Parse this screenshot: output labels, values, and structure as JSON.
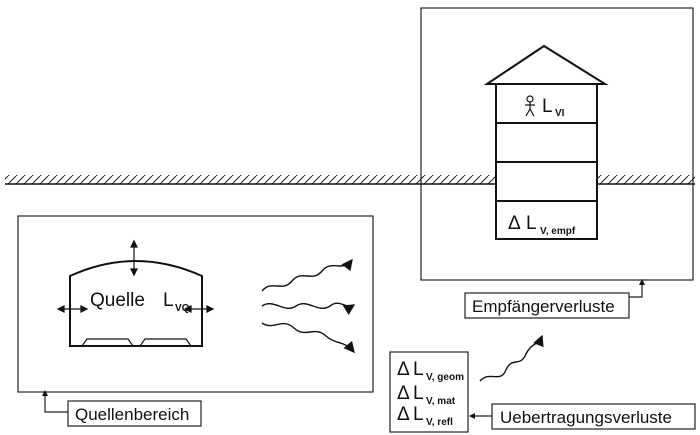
{
  "source": {
    "label": "Quelle",
    "symbol": "L",
    "subscript": "VQ",
    "area_label": "Quellenbereich"
  },
  "receiver": {
    "person_level_symbol": "L",
    "person_level_subscript": "VI",
    "loss_delta": "Δ",
    "loss_symbol": "L",
    "loss_subscript": "V, empf",
    "area_label": "Empfängerverluste"
  },
  "transmission": {
    "label": "Uebertragungsverluste",
    "items": [
      {
        "delta": "Δ",
        "symbol": "L",
        "subscript": "V, geom"
      },
      {
        "delta": "Δ",
        "symbol": "L",
        "subscript": "V, mat"
      },
      {
        "delta": "Δ",
        "symbol": "L",
        "subscript": "V, refl"
      }
    ]
  }
}
